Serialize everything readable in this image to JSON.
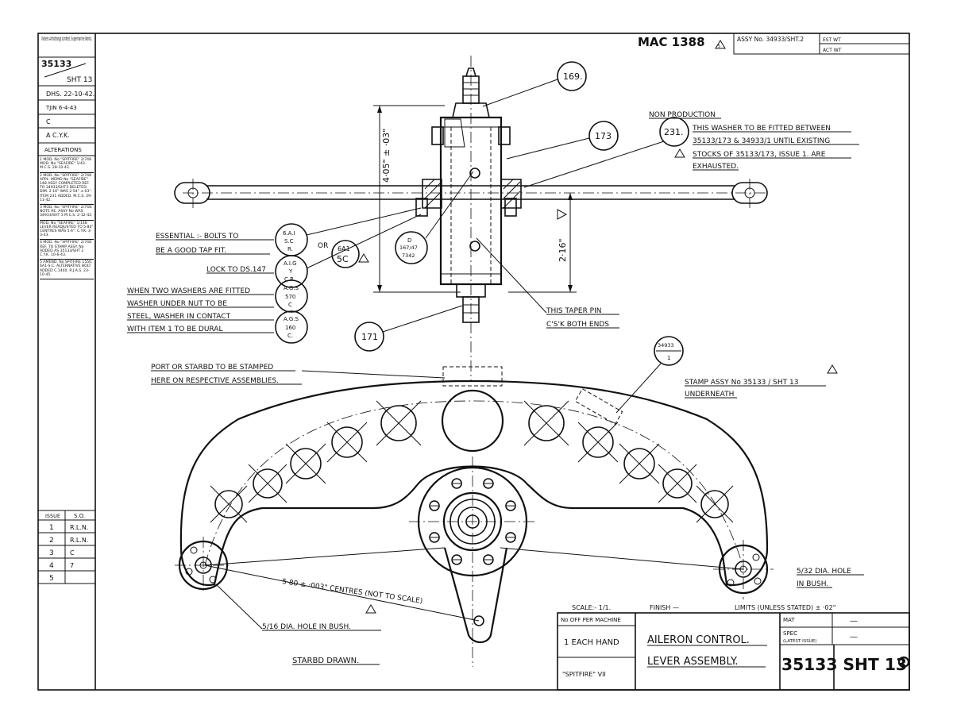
{
  "title_block": {
    "drawing_number": "MAC 1388",
    "assy_no": "ASSY No. 34933/SHT.2",
    "est_wt": "EST WT",
    "act_wt": "ACT WT",
    "scale": "SCALE:- 1/1.",
    "finish": "FINISH —",
    "limits": "LIMITS (UNLESS STATED) ± ·02\"",
    "no_off_label": "No OFF PER MACHINE",
    "no_off_value": "1 EACH HAND",
    "machine": "\"SPITFIRE\" VII",
    "title_line1": "AILERON CONTROL.",
    "title_line2": "LEVER ASSEMBLY.",
    "part_number": "35133 SHT 13",
    "mat_label": "MAT",
    "mat_value": "—",
    "spec_label": "SPEC",
    "spec_sub": "(LATEST ISSUE)",
    "spec_value": "—"
  },
  "left_panel": {
    "company": "Vickers Armstrongs Limited. Supermarine Works.",
    "drawing_ref": "35133",
    "sheet": "SHT 13",
    "drawn": "DHS. 22-10-42.",
    "traced": "TJIN 6-4-43",
    "checked": "C",
    "approved": "A  C.Y.K.",
    "alterations_header": "ALTERATIONS",
    "alterations": [
      "1 MOD. No \"SPITFIRE\" 2/748 MOD. No \"SEAFIRE\" 1/43. M.C.S. 28-10-42.",
      "2 MOD. No \"SPITFIRE\" 2/748 APPL. MEMO No \"SEAFIRE\" 148 ASSY COMPLETED REF. TO 34933/SHT3 DELETED. DIM. 2·16\" WAS 2·54\" ±·03\". ITEM 231 ADDED. M.C.S. 29-11-42.",
      "3 MOD. No \"SPITFIRE\" 2/748. NOTE RE. ASSY No WAS 34933/SHT 3 M.C.S. 2-12-42.",
      "MOD. No \"SEAFIRE\" 1/148 LEVER READJUSTED TO 5·80\" CENTRES WAS 5·6\". C.Y.K. 3-3-43.",
      "4 MOD. No \"SPITFIRE\" 2/748 REF. TO STAMP ASSY. No ADDED AS 35133/SHT 2 C.Y.K. 10-6-43.",
      "5 AMEND. No SPITFIRE 1550. 6A1-S.C. ALTERNATIVE BOLT ADDED C.1440. R.J.A.S. 23-10-45."
    ],
    "issue_header": "ISSUE",
    "so_header": "S.O.",
    "issues": [
      {
        "issue": "1",
        "so": "R.L.N."
      },
      {
        "issue": "2",
        "so": "R.L.N."
      },
      {
        "issue": "3",
        "so": "C"
      },
      {
        "issue": "4",
        "so": "7"
      },
      {
        "issue": "5",
        "so": ""
      }
    ]
  },
  "callouts": {
    "item_169": "169.",
    "item_173": "173",
    "item_171": "171",
    "item_231": "231.",
    "item_d": "D 167/47 7342",
    "item_stamp": "34933 1",
    "bolt_1": "6.A.I S.C R.",
    "bolt_alt": "6A1 5C",
    "bolt_or": "OR",
    "nut": "A.I.G Y C.P.",
    "washer_1": "A.G.S 570 C",
    "washer_2": "A.G.S 160 C."
  },
  "notes": {
    "non_production": "NON PRODUCTION",
    "washer_note_1": "THIS WASHER TO BE FITTED BETWEEN",
    "washer_note_2": "35133/173 & 34933/1 UNTIL EXISTING",
    "washer_note_3": "STOCKS OF 35133/173, ISSUE 1. ARE",
    "washer_note_4": "EXHAUSTED.",
    "essential_1": "ESSENTIAL :- BOLTS TO",
    "essential_2": "BE A GOOD TAP FIT.",
    "lock": "LOCK TO DS.147",
    "two_washers_1": "WHEN TWO WASHERS ARE FITTED",
    "two_washers_2": "WASHER UNDER NUT TO BE",
    "two_washers_3": "STEEL, WASHER IN CONTACT",
    "two_washers_4": "WITH ITEM 1 TO BE DURAL",
    "taper_pin_1": "THIS TAPER PIN",
    "taper_pin_2": "C'S'K BOTH ENDS",
    "stamp_port_1": "PORT OR STARBD TO BE STAMPED",
    "stamp_port_2": "HERE ON RESPECTIVE ASSEMBLIES.",
    "stamp_assy_1": "STAMP ASSY No 35133 / SHT 13",
    "stamp_assy_2": "UNDERNEATH",
    "centres": "5·80 ± ·003\" CENTRES (NOT TO SCALE)",
    "hole_left": "5/16 DIA. HOLE IN BUSH.",
    "hole_right_1": "5/32 DIA. HOLE",
    "hole_right_2": "IN BUSH.",
    "starbd": "STARBD DRAWN."
  },
  "dimensions": {
    "height": "4·05\" ± ·03\"",
    "partial": "2·16\""
  }
}
